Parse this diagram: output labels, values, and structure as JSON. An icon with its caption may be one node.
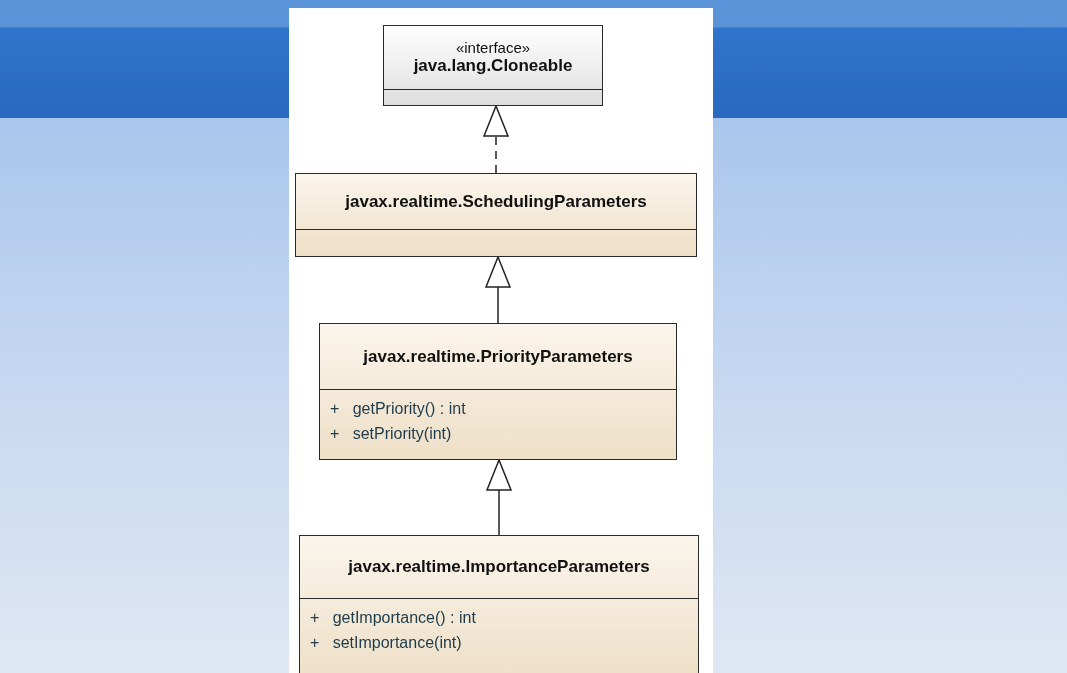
{
  "diagram": {
    "nodes": [
      {
        "text": [
          "«interface»",
          "java.lang.Cloneable"
        ]
      },
      {
        "text": [
          "javax.realtime.SchedulingParameters"
        ]
      },
      {
        "text": [
          "javax.realtime.PriorityParameters",
          "+ getPriority() : int",
          "+ setPriority(int)"
        ]
      },
      {
        "text": [
          "javax.realtime.ImportanceParameters",
          "+ getImportance() : int",
          "+ setImportance(int)"
        ]
      }
    ],
    "edges": [
      {
        "from": 1,
        "to": 0,
        "arrow": "to",
        "style": "dashed"
      },
      {
        "from": 2,
        "to": 1,
        "arrow": "to"
      },
      {
        "from": 3,
        "to": 2,
        "arrow": "to"
      }
    ]
  }
}
